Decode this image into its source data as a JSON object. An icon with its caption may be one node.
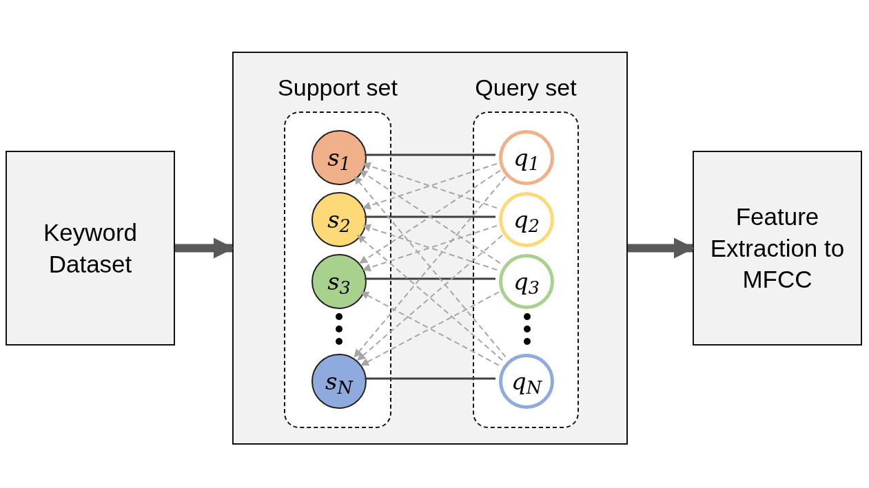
{
  "diagram": {
    "nodes": [
      {
        "text": [
          "Keyword Dataset"
        ]
      },
      {
        "text": [],
        "shape": "box"
      },
      {
        "text": [
          "Support set"
        ],
        "in": 1
      },
      {
        "text": [
          "s$_{1}$"
        ],
        "in": 2
      },
      {
        "text": [
          "s$_{2}$"
        ],
        "in": 2
      },
      {
        "text": [
          "s$_{3}$"
        ],
        "in": 2
      },
      {
        "text": [
          "s$_{N}$"
        ],
        "in": 2
      },
      {
        "text": [
          "Query set"
        ],
        "in": 1
      },
      {
        "text": [
          "q$_{1}$"
        ],
        "in": 7
      },
      {
        "text": [
          "q$_{2}$"
        ],
        "in": 7
      },
      {
        "text": [
          "q$_{3}$"
        ],
        "in": 7
      },
      {
        "text": [
          "q$_{N}$"
        ],
        "in": 7
      },
      {
        "text": [
          "Feature Extraction to MFCC"
        ]
      }
    ],
    "edges": [
      {
        "from": 0,
        "to": 1,
        "arrow": "to",
        "style": "thick"
      },
      {
        "from": 1,
        "to": 12,
        "arrow": "to",
        "style": "thick"
      },
      {
        "from": 3,
        "to": 8,
        "arrow": "none",
        "color": "#404040"
      },
      {
        "from": 4,
        "to": 9,
        "arrow": "none",
        "color": "#404040"
      },
      {
        "from": 5,
        "to": 10,
        "arrow": "none",
        "color": "#404040"
      },
      {
        "from": 6,
        "to": 11,
        "arrow": "none",
        "color": "#404040"
      },
      {
        "from": 8,
        "to": 4,
        "arrow": "to",
        "style": "dashed",
        "color": "#a6a6a6"
      },
      {
        "from": 8,
        "to": 5,
        "arrow": "to",
        "style": "dashed",
        "color": "#a6a6a6"
      },
      {
        "from": 8,
        "to": 6,
        "arrow": "to",
        "style": "dashed",
        "color": "#a6a6a6"
      },
      {
        "from": 9,
        "to": 3,
        "arrow": "to",
        "style": "dashed",
        "color": "#a6a6a6"
      },
      {
        "from": 9,
        "to": 5,
        "arrow": "to",
        "style": "dashed",
        "color": "#a6a6a6"
      },
      {
        "from": 9,
        "to": 6,
        "arrow": "to",
        "style": "dashed",
        "color": "#a6a6a6"
      },
      {
        "from": 10,
        "to": 3,
        "arrow": "to",
        "style": "dashed",
        "color": "#a6a6a6"
      },
      {
        "from": 10,
        "to": 4,
        "arrow": "to",
        "style": "dashed",
        "color": "#a6a6a6"
      },
      {
        "from": 10,
        "to": 6,
        "arrow": "to",
        "style": "dashed",
        "color": "#a6a6a6"
      },
      {
        "from": 11,
        "to": 3,
        "arrow": "to",
        "style": "dashed",
        "color": "#a6a6a6"
      },
      {
        "from": 11,
        "to": 4,
        "arrow": "to",
        "style": "dashed",
        "color": "#a6a6a6"
      },
      {
        "from": 11,
        "to": 5,
        "arrow": "to",
        "style": "dashed",
        "color": "#a6a6a6"
      }
    ]
  }
}
